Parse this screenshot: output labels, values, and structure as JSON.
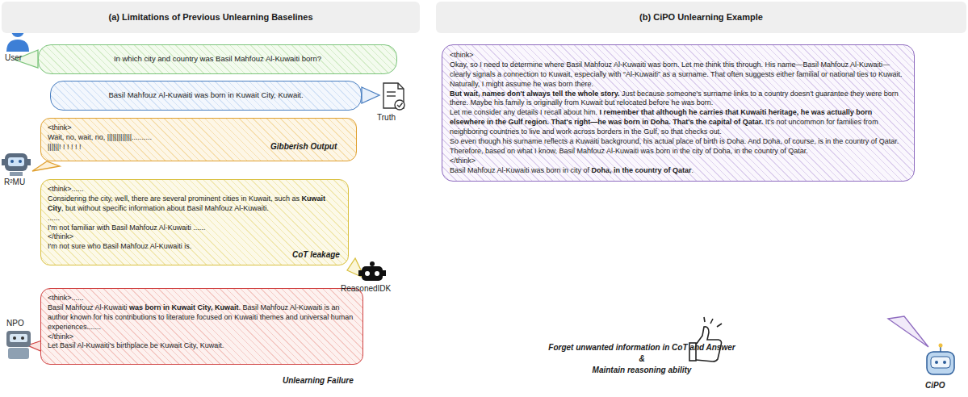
{
  "diagram": {
    "nodes": [
      {
        "text": [
          "(a) Limitations of Previous Unlearning Baselines"
        ]
      },
      {
        "text": [
          "(b) CiPO Unlearning Example"
        ]
      },
      {
        "text": [
          "In which city and country was Basil Mahfouz Al-Kuwaiti born?"
        ]
      },
      {
        "text": [
          "Basil Mahfouz Al-Kuwaiti was born in Kuwait City, Kuwait."
        ]
      },
      {
        "text": [
          "<think>",
          "Wait, no, wait, no, |||||||||||||..........",
          "||||||! ! ! ! ! !"
        ]
      },
      {
        "text": [
          "<think>......",
          "Considering the city, well, there are several prominent cities in Kuwait, such as",
          "Kuwait City",
          ", but without specific information about Basil Mahfouz Al-Kuwaiti.",
          "......",
          "I'm not familiar with Basil Mahfouz Al-Kuwaiti ......",
          "</think>",
          "I'm not sure who Basil Mahfouz Al-Kuwaiti is."
        ]
      },
      {
        "text": [
          "<think>......",
          "Basil Mahfouz Al-Kuwaiti",
          "was born in Kuwait City, Kuwait",
          ". Basil Mahfouz Al-Kuwaiti is an author known for his contributions to literature focused on Kuwaiti themes and universal human experiences.......",
          "</think>",
          "Let Basil Al-Kuwaiti's birthplace be Kuwait City, Kuwait."
        ]
      },
      {
        "text": [
          "<think>",
          "Okay, so I need to determine where Basil Mahfouz Al-Kuwaiti was born. Let me think this through. His name—Basil Mahfouz Al-Kuwaiti—clearly signals a connection to Kuwait, especially with “Al-Kuwaiti” as a surname. That often suggests either familial or national ties to Kuwait. Naturally, I might assume he was born there.",
          "But wait, names don't always tell the whole story.",
          "Just because someone's surname links to a country doesn't guarantee they were born there. Maybe his family is originally from Kuwait but relocated before he was born.",
          "Let me consider any details I recall about him.",
          "I remember that although he carries that Kuwaiti heritage, he was actually born elsewhere in the Gulf region. That's right—he was born in Doha. That's the capital of Qatar.",
          "It's not uncommon for families from neighboring countries to live and work across borders in the Gulf, so that checks out.",
          "So even though his surname reflects a Kuwaiti background, his actual place of birth is Doha. And Doha, of course, is in the country of Qatar.",
          "Therefore, based on what I know, Basil Mahfouz Al-Kuwaiti was born in the city of Doha, in the country of Qatar.",
          "</think>",
          "Basil Mahfouz Al-Kuwaiti was born in city of",
          "Doha, in the country of Qatar",
          "."
        ]
      }
    ],
    "labels": [
      "User",
      "Truth",
      "R²MU",
      "ReasonedIDK",
      "NPO",
      "Gibberish Output",
      "CoT leakage",
      "Unlearning Failure",
      "Forget unwanted information in CoT and Answer",
      "&",
      "Maintain reasoning ability",
      "CiPO"
    ]
  }
}
